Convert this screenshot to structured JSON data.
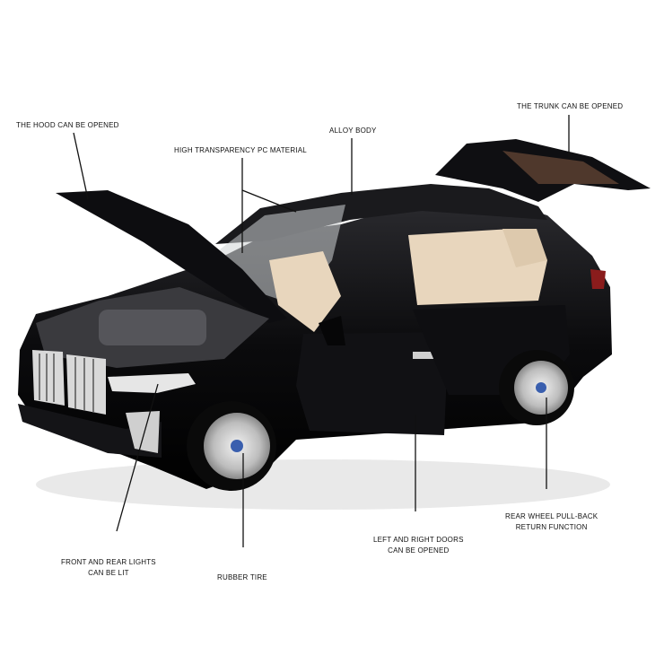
{
  "labels": {
    "hood": "THE HOOD CAN BE OPENED",
    "pc_material": "HIGH TRANSPARENCY PC MATERIAL",
    "alloy_body": "ALLOY BODY",
    "trunk": "THE TRUNK CAN BE OPENED",
    "lights_line1": "FRONT AND REAR LIGHTS",
    "lights_line2": "CAN BE LIT",
    "rubber_tire": "RUBBER TIRE",
    "doors_line1": "LEFT AND RIGHT DOORS",
    "doors_line2": "CAN BE OPENED",
    "pullback_line1": "REAR WHEEL PULL-BACK",
    "pullback_line2": "RETURN FUNCTION"
  },
  "colors": {
    "body": "#0b0b0d",
    "interior": "#e8d6bd",
    "chrome": "#d9d9d9",
    "glass": "#cfd3d6"
  }
}
